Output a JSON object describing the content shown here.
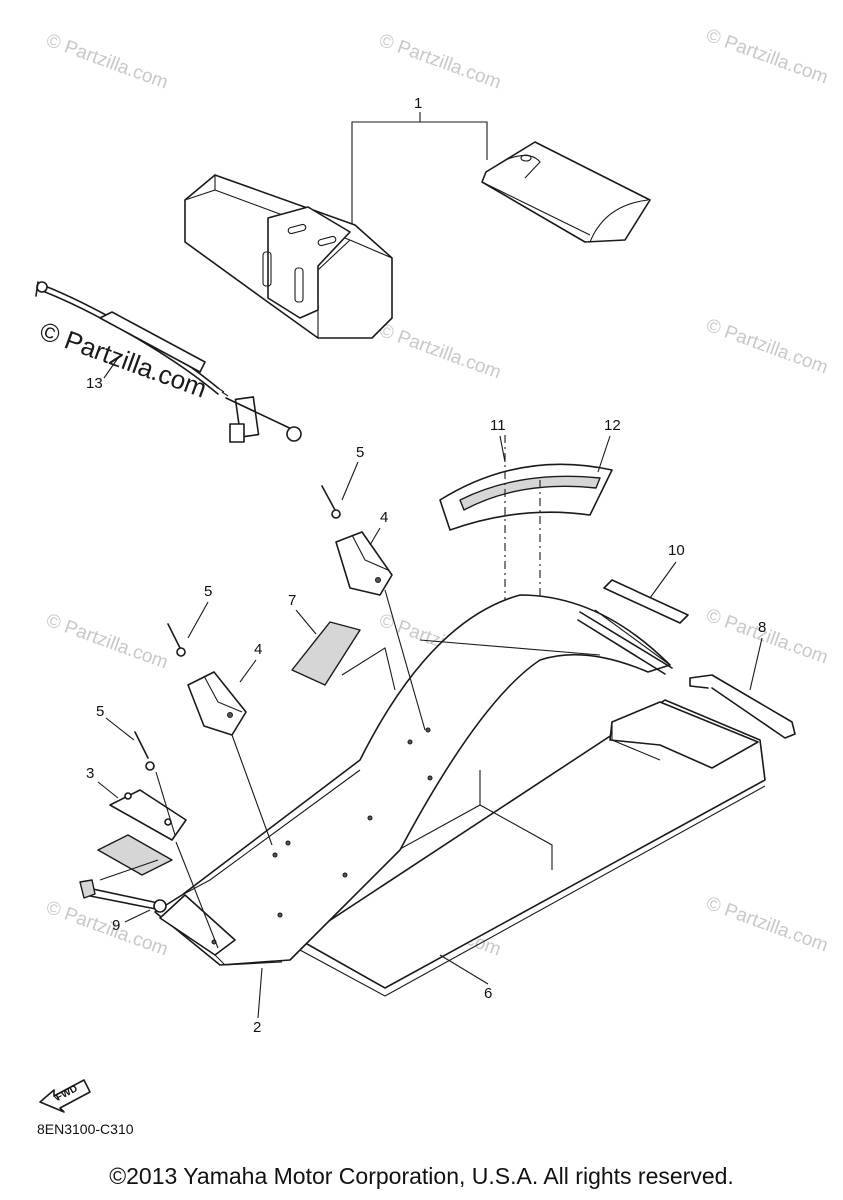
{
  "watermark": "© Partzilla.com",
  "callouts": {
    "c1": "1",
    "c2": "2",
    "c3": "3",
    "c4a": "4",
    "c4b": "4",
    "c5a": "5",
    "c5b": "5",
    "c5c": "5",
    "c6": "6",
    "c7": "7",
    "c8": "8",
    "c9": "9",
    "c10": "10",
    "c11": "11",
    "c12": "12",
    "c13": "13"
  },
  "fwd_label": "FWD",
  "diagram_code": "8EN3100-C310",
  "copyright": "©2013 Yamaha Motor Corporation, U.S.A. All rights reserved."
}
